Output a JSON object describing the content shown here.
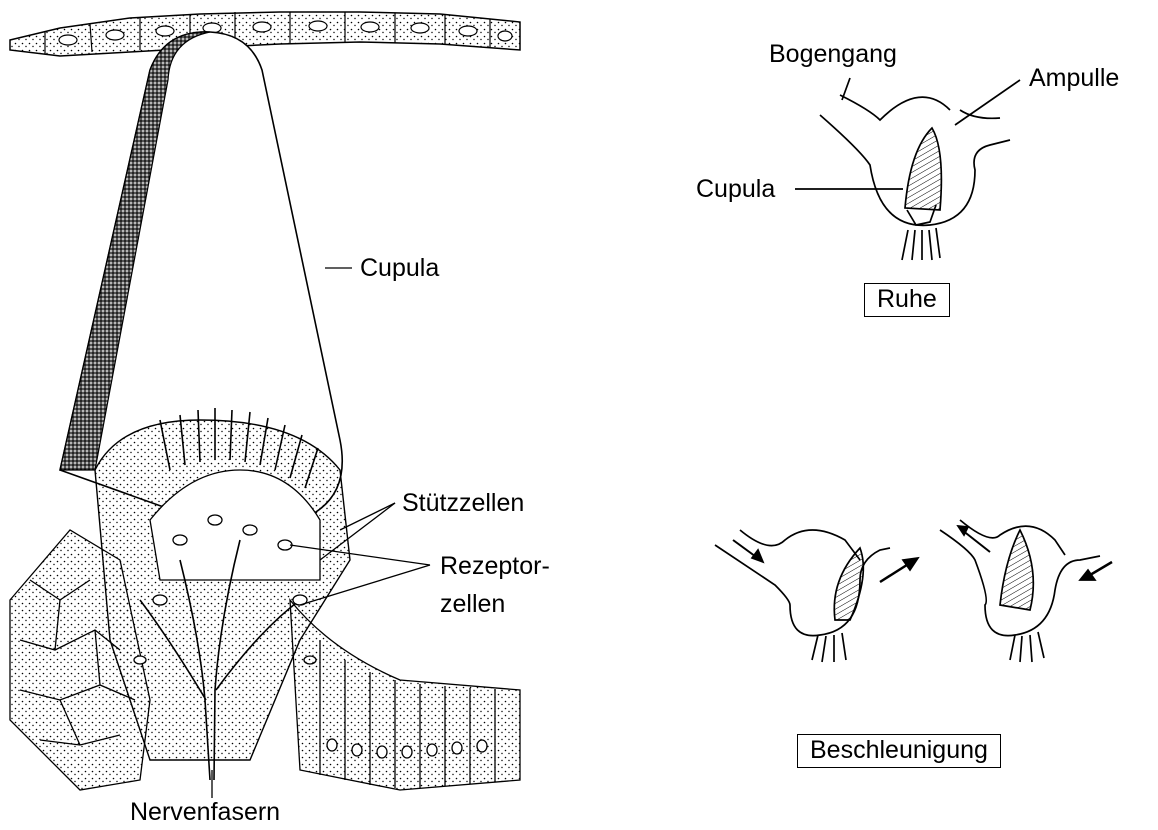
{
  "labels": {
    "cupula_main": "Cupula",
    "stuetzzellen": "Stützzellen",
    "rezeptor_line1": "Rezeptor-",
    "rezeptor_line2": "zellen",
    "nervenfasern": "Nervenfasern",
    "bogengang": "Bogengang",
    "ampulle": "Ampulle",
    "cupula_small": "Cupula",
    "ruhe": "Ruhe",
    "beschleunigung": "Beschleunigung"
  }
}
